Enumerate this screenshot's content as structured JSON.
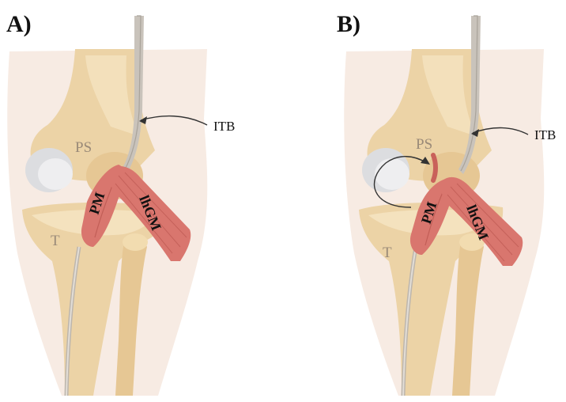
{
  "panels": [
    {
      "letter": "A)",
      "labels": {
        "ps": "PS",
        "t": "T",
        "pm": "PM",
        "gm": "lhGM",
        "itb": "ITB"
      }
    },
    {
      "letter": "B)",
      "labels": {
        "ps": "PS",
        "t": "T",
        "pm": "PM",
        "gm": "lhGM",
        "itb": "ITB"
      }
    }
  ],
  "colors": {
    "skin": "#f7ebe3",
    "bone": "#ecd3a6",
    "bone_light": "#f6e6c4",
    "bone_shadow": "#d9b985",
    "cartilage": "#dcdde0",
    "muscle": "#d9766e",
    "muscle_dark": "#b8544d",
    "tendon": "#c9c3bb",
    "arrow": "#333333"
  }
}
